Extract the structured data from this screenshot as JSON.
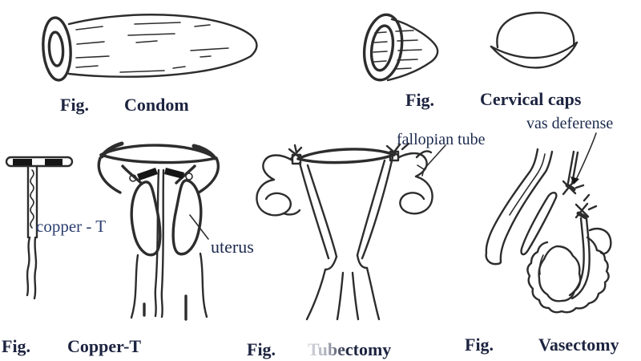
{
  "colors": {
    "background": "#ffffff",
    "ink": "#2d2d2d",
    "caption_text": "#1d2440",
    "annotation_text": "#1c2a4e"
  },
  "figures": {
    "condom": {
      "fig": "Fig.",
      "name": "Condom"
    },
    "cervical_caps": {
      "fig": "Fig.",
      "name": "Cervical caps"
    },
    "copper_t": {
      "fig": "Fig.",
      "name": "Copper-T"
    },
    "tubectomy": {
      "fig": "Fig.",
      "name": "Tubectomy"
    },
    "vasectomy": {
      "fig": "Fig.",
      "name": "Vasectomy"
    }
  },
  "annotations": {
    "copper_t_device": "copper - T",
    "uterus": "uterus",
    "fallopian_tube": "fallopian tube",
    "vas_deferens": "vas deferense"
  }
}
